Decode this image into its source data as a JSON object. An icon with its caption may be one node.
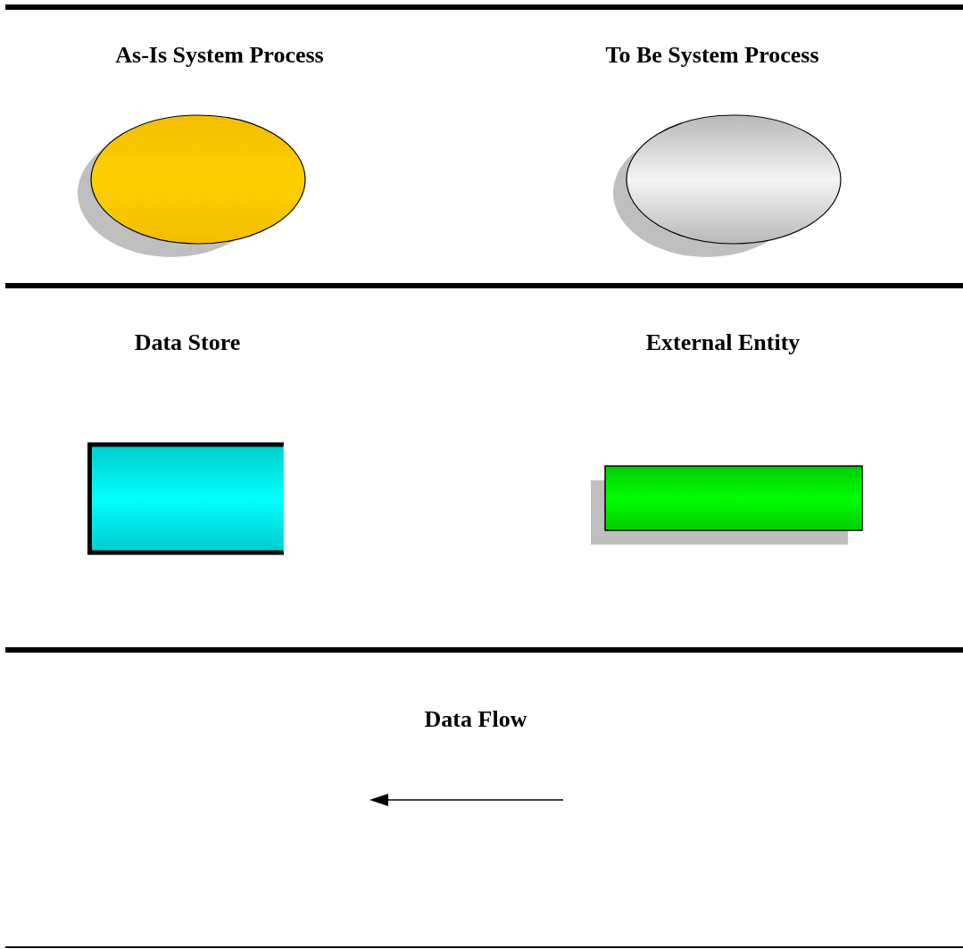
{
  "diagram": {
    "nodes": [
      {
        "text": [],
        "shape": "ellipse"
      },
      {
        "text": [],
        "shape": "ellipse"
      },
      {
        "text": [],
        "shape": "box"
      },
      {
        "text": [],
        "shape": "box"
      }
    ],
    "labels": [
      "As-Is System Process",
      "To Be System Process",
      "Data Store",
      "External Entity",
      "Data Flow"
    ]
  }
}
